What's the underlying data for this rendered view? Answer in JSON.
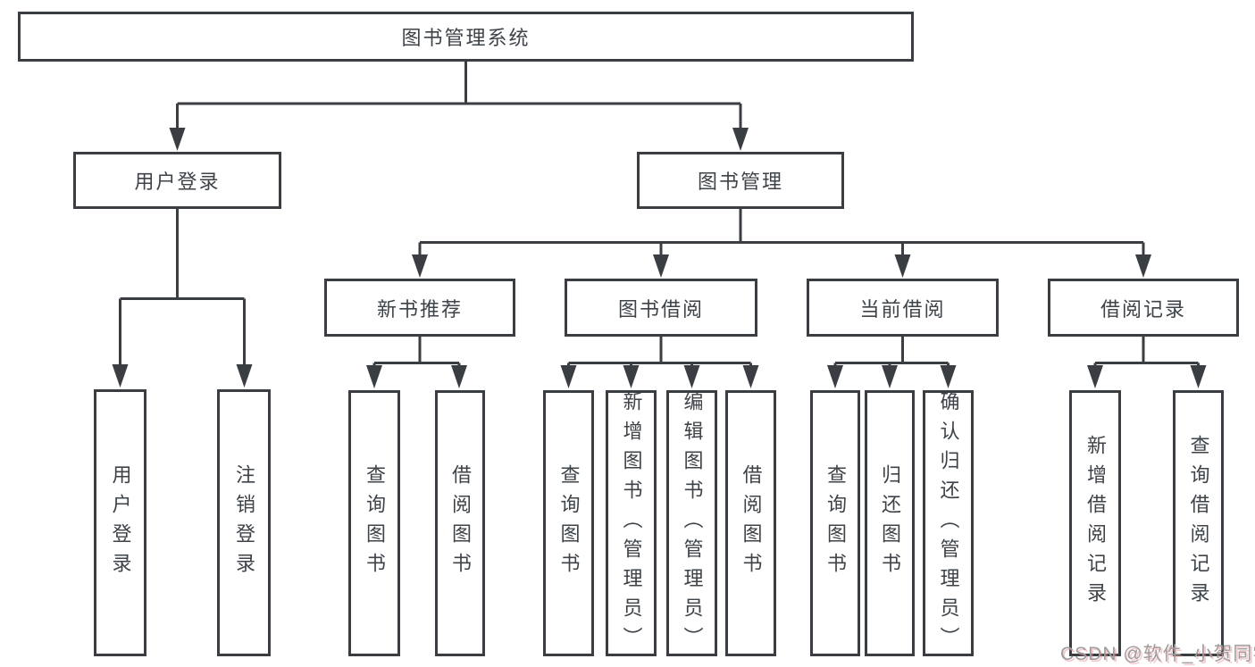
{
  "tree": {
    "label": "图书管理系统",
    "children": [
      {
        "label": "用户登录",
        "children": [
          {
            "label": "用户登录"
          },
          {
            "label": "注销登录"
          }
        ]
      },
      {
        "label": "图书管理",
        "children": [
          {
            "label": "新书推荐",
            "children": [
              {
                "label": "查询图书"
              },
              {
                "label": "借阅图书"
              }
            ]
          },
          {
            "label": "图书借阅",
            "children": [
              {
                "label": "查询图书"
              },
              {
                "label": "新增图书（管理员）"
              },
              {
                "label": "编辑图书（管理员）"
              },
              {
                "label": "借阅图书"
              }
            ]
          },
          {
            "label": "当前借阅",
            "children": [
              {
                "label": "查询图书"
              },
              {
                "label": "归还图书"
              },
              {
                "label": "确认归还（管理员）"
              }
            ]
          },
          {
            "label": "借阅记录",
            "children": [
              {
                "label": "新增借阅记录"
              },
              {
                "label": "查询借阅记录"
              }
            ]
          }
        ]
      }
    ]
  },
  "watermark": {
    "text": "CSDN @软件_小贺同学"
  },
  "colors": {
    "line": "#3a3e42",
    "text": "#3d4348",
    "background": "#ffffff",
    "watermark": "#9d9d9d"
  }
}
